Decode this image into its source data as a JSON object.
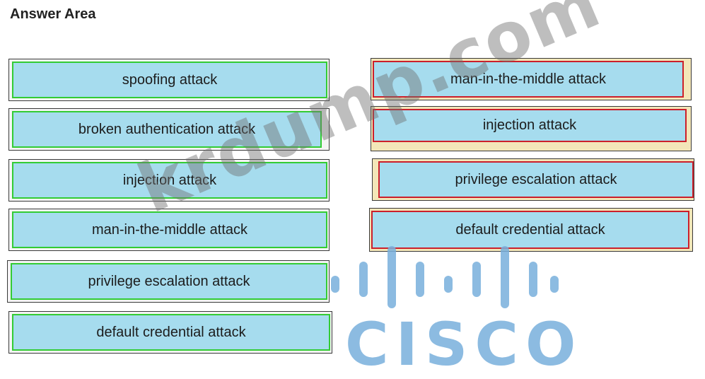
{
  "answer_area": {
    "title": "Answer Area"
  },
  "left_items": [
    {
      "label": "spoofing attack"
    },
    {
      "label": "broken authentication attack"
    },
    {
      "label": "injection attack"
    },
    {
      "label": "man-in-the-middle attack"
    },
    {
      "label": "privilege escalation attack"
    },
    {
      "label": "default credential attack"
    }
  ],
  "right_items": [
    {
      "label": "man-in-the-middle attack"
    },
    {
      "label": "injection attack"
    },
    {
      "label": "privilege escalation attack"
    },
    {
      "label": "default credential attack"
    }
  ],
  "watermark": {
    "text": "krdump.com"
  },
  "logo": {
    "text": "CISCO"
  },
  "colors": {
    "item_fill": "#a6dcee",
    "left_border": "#33cc33",
    "right_border": "#cc1f2a",
    "cream_shadow": "#f3e6b8"
  }
}
